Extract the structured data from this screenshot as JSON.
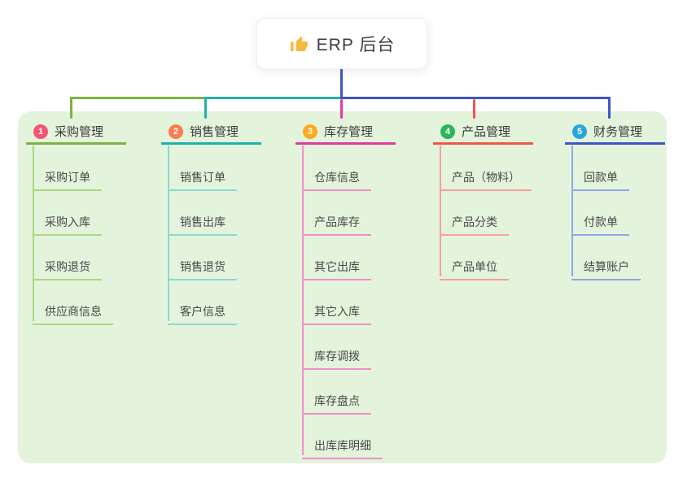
{
  "root": {
    "title": "ERP 后台",
    "icon": "thumbs-up-icon"
  },
  "colors": {
    "panel_bg": "#e4f3dc",
    "root_connector": "#3d56c6",
    "root_icon_fill": "#f6b93f"
  },
  "branches": [
    {
      "index": "1",
      "label": "采购管理",
      "badge_color": "#f25771",
      "line_color": "#7cb342",
      "item_line_color": "#abd784",
      "items": [
        "采购订单",
        "采购入库",
        "采购退货",
        "供应商信息"
      ]
    },
    {
      "index": "2",
      "label": "销售管理",
      "badge_color": "#fa7e4d",
      "line_color": "#20b2a6",
      "item_line_color": "#8ed9d0",
      "items": [
        "销售订单",
        "销售出库",
        "销售退货",
        "客户信息"
      ]
    },
    {
      "index": "3",
      "label": "库存管理",
      "badge_color": "#fbab1f",
      "line_color": "#e23a9f",
      "item_line_color": "#f090c9",
      "items": [
        "仓库信息",
        "产品库存",
        "其它出库",
        "其它入库",
        "库存调拨",
        "库存盘点",
        "出库库明细"
      ]
    },
    {
      "index": "4",
      "label": "产品管理",
      "badge_color": "#2db55d",
      "line_color": "#f25549",
      "item_line_color": "#f8a09b",
      "items": [
        "产品（物料）",
        "产品分类",
        "产品单位"
      ]
    },
    {
      "index": "5",
      "label": "财务管理",
      "badge_color": "#28a6dc",
      "line_color": "#3d56c6",
      "item_line_color": "#93a5e7",
      "items": [
        "回款单",
        "付款单",
        "结算账户"
      ]
    }
  ]
}
